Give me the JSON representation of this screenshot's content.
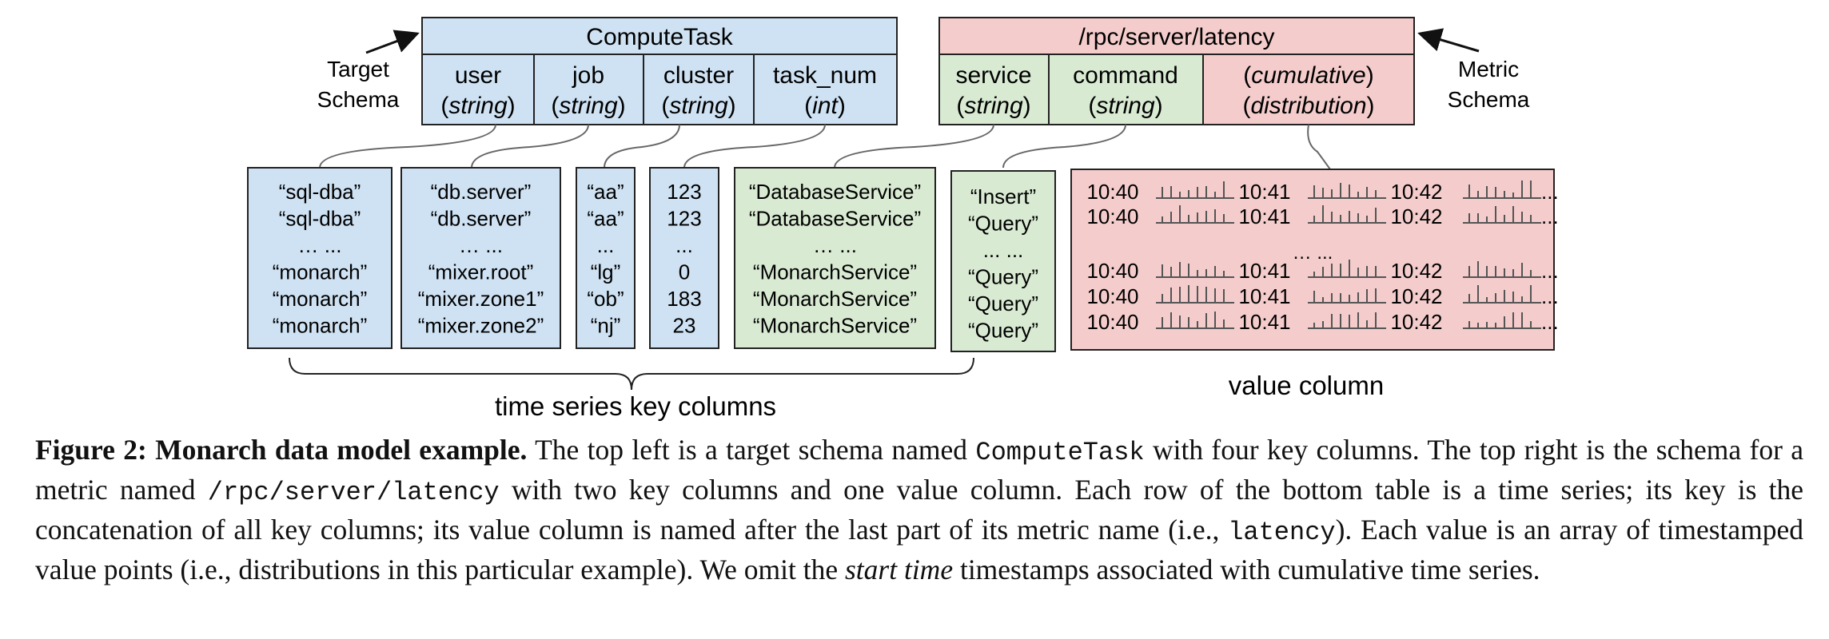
{
  "target_label": [
    "Target",
    "Schema"
  ],
  "metric_label": [
    "Metric",
    "Schema"
  ],
  "target_schema": {
    "title": "ComputeTask",
    "columns": [
      {
        "name": "user",
        "type": "string"
      },
      {
        "name": "job",
        "type": "string"
      },
      {
        "name": "cluster",
        "type": "string"
      },
      {
        "name": "task_num",
        "type": "int"
      }
    ]
  },
  "metric_schema": {
    "title": "/rpc/server/latency",
    "columns": [
      {
        "name": "service",
        "type": "string"
      },
      {
        "name": "command",
        "type": "string"
      }
    ],
    "value_column": {
      "line1": "cumulative",
      "line2": "distribution"
    }
  },
  "key_columns": [
    {
      "rows": [
        "“sql-dba”",
        "“sql-dba”",
        "… ...",
        "“monarch”",
        "“monarch”",
        "“monarch”"
      ]
    },
    {
      "rows": [
        "“db.server”",
        "“db.server”",
        "… ...",
        "“mixer.root”",
        "“mixer.zone1”",
        "“mixer.zone2”"
      ]
    },
    {
      "rows": [
        "“aa”",
        "“aa”",
        "...",
        "“lg”",
        "“ob”",
        "“nj”"
      ]
    },
    {
      "rows": [
        "123",
        "123",
        "...",
        "0",
        "183",
        "23"
      ]
    },
    {
      "rows": [
        "“DatabaseService”",
        "“DatabaseService”",
        "… ...",
        "“MonarchService”",
        "“MonarchService”",
        "“MonarchService”"
      ]
    },
    {
      "rows": [
        "“Insert”",
        "“Query”",
        "... ...",
        "“Query”",
        "“Query”",
        "“Query”"
      ]
    }
  ],
  "value_rows": {
    "times": [
      "10:40",
      "10:41",
      "10:42"
    ],
    "trailing": "...",
    "gap": "… ..."
  },
  "key_brace_label": "time series key columns",
  "value_label": "value column",
  "colors": {
    "blue_fill": "#cfe2f3",
    "blue_stroke": "#3d6b9e",
    "green_fill": "#d9ead3",
    "green_stroke": "#5b8a46",
    "red_fill": "#f4cccc",
    "red_stroke": "#a33b3b",
    "line": "#666666"
  },
  "caption": {
    "fig": "Figure 2:",
    "title": "Monarch data model example.",
    "t1": "The top left is a target schema named",
    "c1": "ComputeTask",
    "t2": "with four key columns. The top right is the schema for a metric named",
    "c2": "/rpc/server/latency",
    "t3": "with two key columns and one value column. Each row of the bottom table is a time series; its key is the concatenation of all key columns; its value column is named after the last part of its metric name (i.e.,",
    "c3": "latency",
    "t4": "). Each value is an array of timestamped value points (i.e., distributions in this particular example). We omit the",
    "i1": "start time",
    "t5": "timestamps associated with cumulative time series."
  }
}
